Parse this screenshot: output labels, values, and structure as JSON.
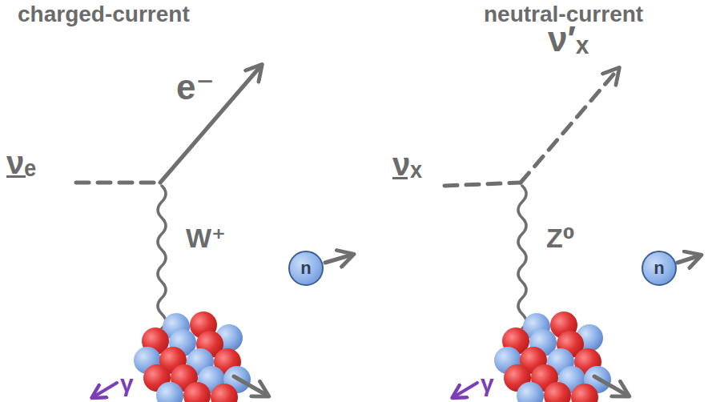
{
  "diagram": {
    "nodes": [
      {
        "text": [
          "n"
        ]
      },
      {
        "text": [
          "n"
        ]
      }
    ],
    "labels": [
      "charged-current",
      "e⁻",
      "νₑ",
      "W⁺",
      "γ",
      "neutral-current",
      "ν′ₓ",
      "νₓ",
      "Z⁰",
      "γ"
    ]
  }
}
